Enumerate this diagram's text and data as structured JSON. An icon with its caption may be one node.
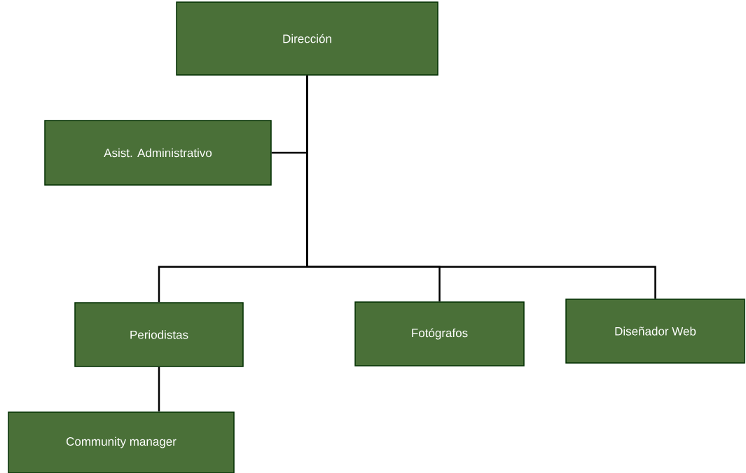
{
  "diagram": {
    "nodes": [
      {
        "text": [
          "Dirección"
        ]
      },
      {
        "text": [
          "Asist. Administrativo"
        ]
      },
      {
        "text": [
          "Periodistas"
        ]
      },
      {
        "text": [
          "Fotógrafos"
        ]
      },
      {
        "text": [
          "Diseñador Web"
        ]
      },
      {
        "text": [
          "Community manager"
        ]
      }
    ],
    "edges": [
      {
        "from": 0,
        "to": 1,
        "arrow": "none"
      },
      {
        "from": 0,
        "to": 2,
        "arrow": "none"
      },
      {
        "from": 0,
        "to": 3,
        "arrow": "none"
      },
      {
        "from": 0,
        "to": 4,
        "arrow": "none"
      },
      {
        "from": 2,
        "to": 5,
        "arrow": "none"
      }
    ]
  }
}
